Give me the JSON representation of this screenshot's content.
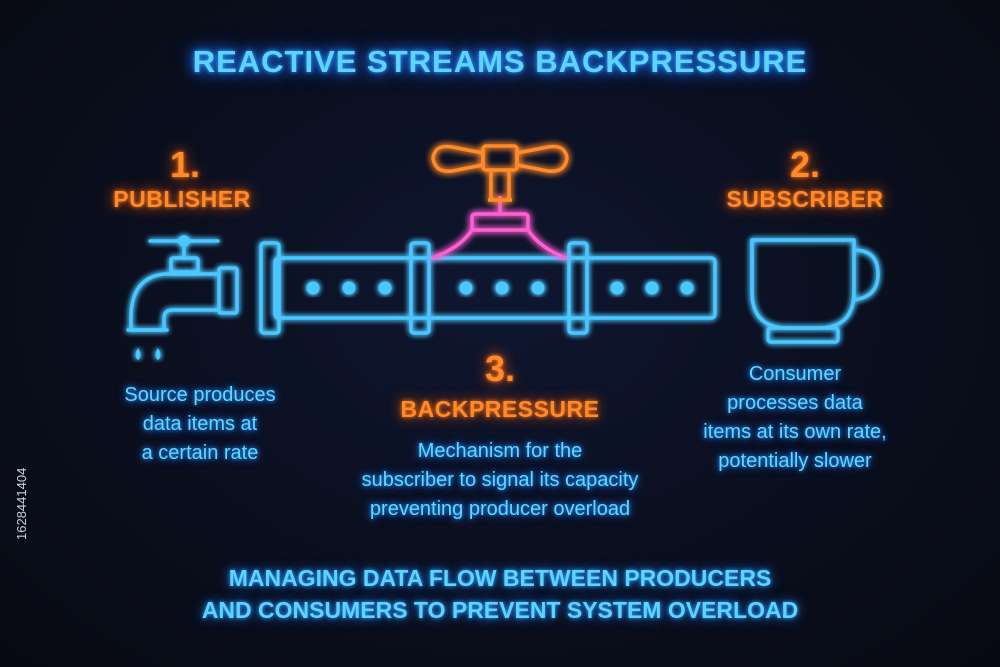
{
  "title": "REACTIVE STREAMS BACKPRESSURE",
  "publisher": {
    "number": "1.",
    "label": "PUBLISHER",
    "desc": [
      "Source  produces",
      "data items at",
      "a certain rate"
    ]
  },
  "subscriber": {
    "number": "2.",
    "label": "SUBSCRIBER",
    "desc": [
      "Consumer",
      "processes data",
      "items at its own rate,",
      "potentially slower"
    ]
  },
  "backpressure": {
    "number": "3.",
    "label": "BACKPRESSURE",
    "desc": [
      "Mechanism for the",
      "subscriber to signal its capacity",
      "preventing producer overload"
    ]
  },
  "footer": [
    "MANAGING DATA FLOW BETWEEN PRODUCERS",
    "AND CONSUMERS TO PREVENT SYSTEM OVERLOAD"
  ],
  "side_id": "1628441404",
  "icons": {
    "publisher": "water-tap-icon",
    "pipe": "pipe-with-valve-icon",
    "subscriber": "cup-icon"
  },
  "colors": {
    "background": "#0a0e1c",
    "neon_blue": "#4cc6ff",
    "neon_orange": "#ff8a2a",
    "neon_pink": "#ff5fd0"
  }
}
